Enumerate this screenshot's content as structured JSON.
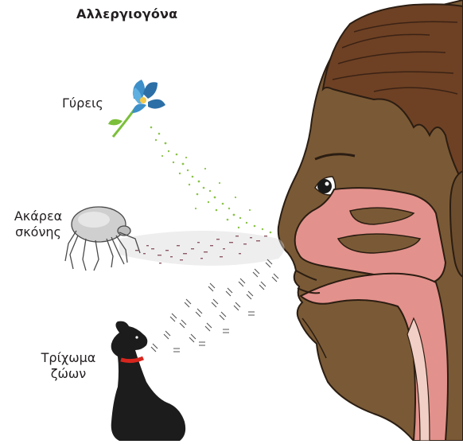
{
  "title": "Αλλεργιογόνα",
  "allergens": {
    "pollen": "Γύρεις",
    "dust_mites": [
      "Ακάρεα",
      "σκόνης"
    ],
    "animal_fur": [
      "Τρίχωμα",
      "ζώων"
    ]
  },
  "colors": {
    "skin": "#7a5a36",
    "hair": "#6e4124",
    "nasal_tissue": "#e3918c",
    "pollen_flower": "#3c8fc8",
    "pollen_particles": "#8bc34a",
    "mite_particles": "#8e5a66",
    "dog": "#1c1c1c",
    "collar": "#d7261e"
  }
}
